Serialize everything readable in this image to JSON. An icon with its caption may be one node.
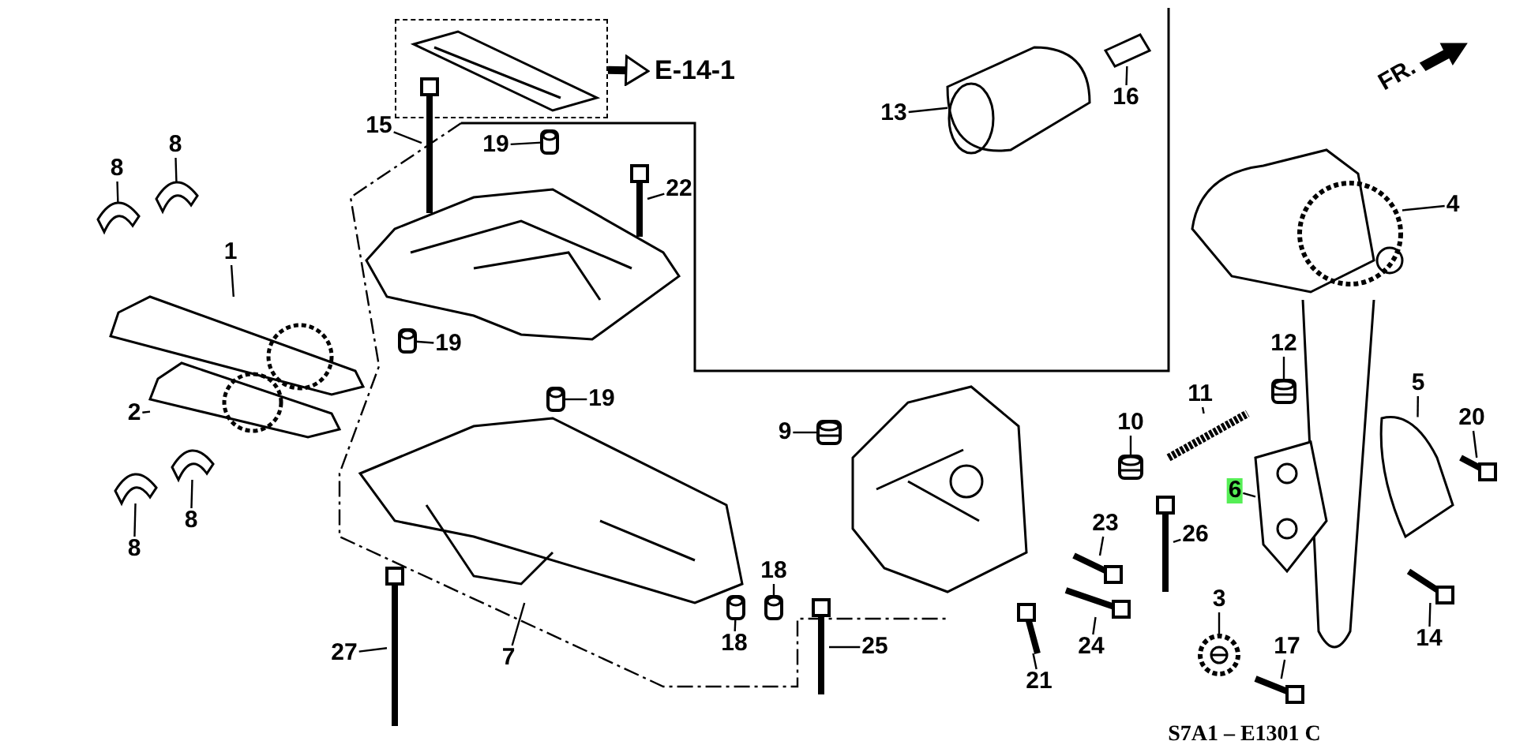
{
  "diagram": {
    "nodes": [
      {
        "text": [],
        "shape": "box"
      },
      {
        "text": [
          "E-14-1"
        ]
      },
      {
        "text": [
          "15"
        ]
      },
      {
        "text": [
          "19"
        ]
      },
      {
        "text": [
          "8"
        ]
      },
      {
        "text": [
          "8"
        ]
      },
      {
        "text": [
          "22"
        ]
      },
      {
        "text": [
          "13"
        ]
      },
      {
        "text": [
          "16"
        ]
      },
      {
        "text": [
          "4"
        ]
      },
      {
        "text": [
          "1"
        ]
      },
      {
        "text": [
          "19"
        ]
      },
      {
        "text": [
          "12"
        ]
      },
      {
        "text": [
          "2"
        ]
      },
      {
        "text": [
          "19"
        ]
      },
      {
        "text": [
          "9"
        ]
      },
      {
        "text": [
          "10"
        ]
      },
      {
        "text": [
          "11"
        ]
      },
      {
        "text": [
          "5"
        ]
      },
      {
        "text": [
          "20"
        ]
      },
      {
        "text": [
          "8"
        ]
      },
      {
        "text": [
          "6"
        ]
      },
      {
        "text": [
          "8"
        ]
      },
      {
        "text": [
          "23"
        ]
      },
      {
        "text": [
          "26"
        ]
      },
      {
        "text": [
          "18"
        ]
      },
      {
        "text": [
          "18"
        ]
      },
      {
        "text": [
          "7"
        ]
      },
      {
        "text": [
          "27"
        ]
      },
      {
        "text": [
          "25"
        ]
      },
      {
        "text": [
          "3"
        ]
      },
      {
        "text": [
          "21"
        ]
      },
      {
        "text": [
          "24"
        ]
      },
      {
        "text": [
          "14"
        ]
      },
      {
        "text": [
          "17"
        ]
      },
      {
        "text": [],
        "shape": "picture"
      },
      {
        "text": [],
        "shape": "picture"
      },
      {
        "text": [],
        "shape": "picture"
      },
      {
        "text": [],
        "shape": "picture"
      },
      {
        "text": [],
        "shape": "picture"
      },
      {
        "text": [],
        "shape": "picture"
      },
      {
        "text": [],
        "shape": "picture"
      },
      {
        "text": [],
        "shape": "picture"
      },
      {
        "text": [],
        "shape": "picture"
      },
      {
        "text": [],
        "shape": "picture"
      },
      {
        "text": [],
        "shape": "picture"
      },
      {
        "text": [],
        "shape": "picture"
      },
      {
        "text": [],
        "shape": "picture"
      },
      {
        "text": [],
        "shape": "picture"
      },
      {
        "text": [],
        "shape": "picture"
      },
      {
        "text": [],
        "shape": "picture"
      },
      {
        "text": [],
        "shape": "picture"
      },
      {
        "text": [],
        "shape": "picture"
      },
      {
        "text": [],
        "shape": "picture"
      },
      {
        "text": [],
        "shape": "picture"
      },
      {
        "text": [],
        "shape": "picture"
      },
      {
        "text": [],
        "shape": "picture"
      },
      {
        "text": [],
        "shape": "picture"
      },
      {
        "text": [],
        "shape": "picture"
      },
      {
        "text": [],
        "shape": "picture"
      },
      {
        "text": [],
        "shape": "picture"
      },
      {
        "text": [],
        "shape": "picture"
      },
      {
        "text": [],
        "shape": "picture"
      },
      {
        "text": [],
        "shape": "picture"
      },
      {
        "text": [],
        "shape": "picture"
      },
      {
        "text": [],
        "shape": "picture"
      },
      {
        "text": [],
        "shape": "picture"
      },
      {
        "text": [],
        "shape": "picture"
      }
    ],
    "edges": [
      {
        "from": 0,
        "to": 1,
        "arrow": "to",
        "style": "thick"
      },
      {
        "from": 2,
        "to": 35,
        "arrow": "none"
      },
      {
        "from": 3,
        "to": 36,
        "arrow": "none"
      },
      {
        "from": 4,
        "to": 37,
        "arrow": "none"
      },
      {
        "from": 5,
        "to": 38,
        "arrow": "none"
      },
      {
        "from": 6,
        "to": 39,
        "arrow": "none"
      },
      {
        "from": 7,
        "to": 40,
        "arrow": "none"
      },
      {
        "from": 8,
        "to": 41,
        "arrow": "none"
      },
      {
        "from": 9,
        "to": 42,
        "arrow": "none"
      },
      {
        "from": 10,
        "to": 43,
        "arrow": "none"
      },
      {
        "from": 11,
        "to": 44,
        "arrow": "none"
      },
      {
        "from": 12,
        "to": 45,
        "arrow": "none"
      },
      {
        "from": 13,
        "to": 46,
        "arrow": "none"
      },
      {
        "from": 14,
        "to": 47,
        "arrow": "none"
      },
      {
        "from": 15,
        "to": 48,
        "arrow": "none"
      },
      {
        "from": 16,
        "to": 49,
        "arrow": "none"
      },
      {
        "from": 17,
        "to": 50,
        "arrow": "none"
      },
      {
        "from": 18,
        "to": 51,
        "arrow": "none"
      },
      {
        "from": 19,
        "to": 52,
        "arrow": "none"
      },
      {
        "from": 20,
        "to": 53,
        "arrow": "none"
      },
      {
        "from": 21,
        "to": 54,
        "arrow": "none"
      },
      {
        "from": 22,
        "to": 55,
        "arrow": "none"
      },
      {
        "from": 23,
        "to": 56,
        "arrow": "none"
      },
      {
        "from": 24,
        "to": 57,
        "arrow": "none"
      },
      {
        "from": 25,
        "to": 58,
        "arrow": "none"
      },
      {
        "from": 26,
        "to": 59,
        "arrow": "none"
      },
      {
        "from": 27,
        "to": 60,
        "arrow": "none"
      },
      {
        "from": 28,
        "to": 61,
        "arrow": "none"
      },
      {
        "from": 29,
        "to": 62,
        "arrow": "none"
      },
      {
        "from": 30,
        "to": 63,
        "arrow": "none"
      },
      {
        "from": 31,
        "to": 64,
        "arrow": "none"
      },
      {
        "from": 32,
        "to": 65,
        "arrow": "none"
      },
      {
        "from": 33,
        "to": 66,
        "arrow": "none"
      },
      {
        "from": 34,
        "to": 67,
        "arrow": "none"
      }
    ],
    "labels": [
      "FR.",
      "S7A1 – E1301 C"
    ]
  }
}
